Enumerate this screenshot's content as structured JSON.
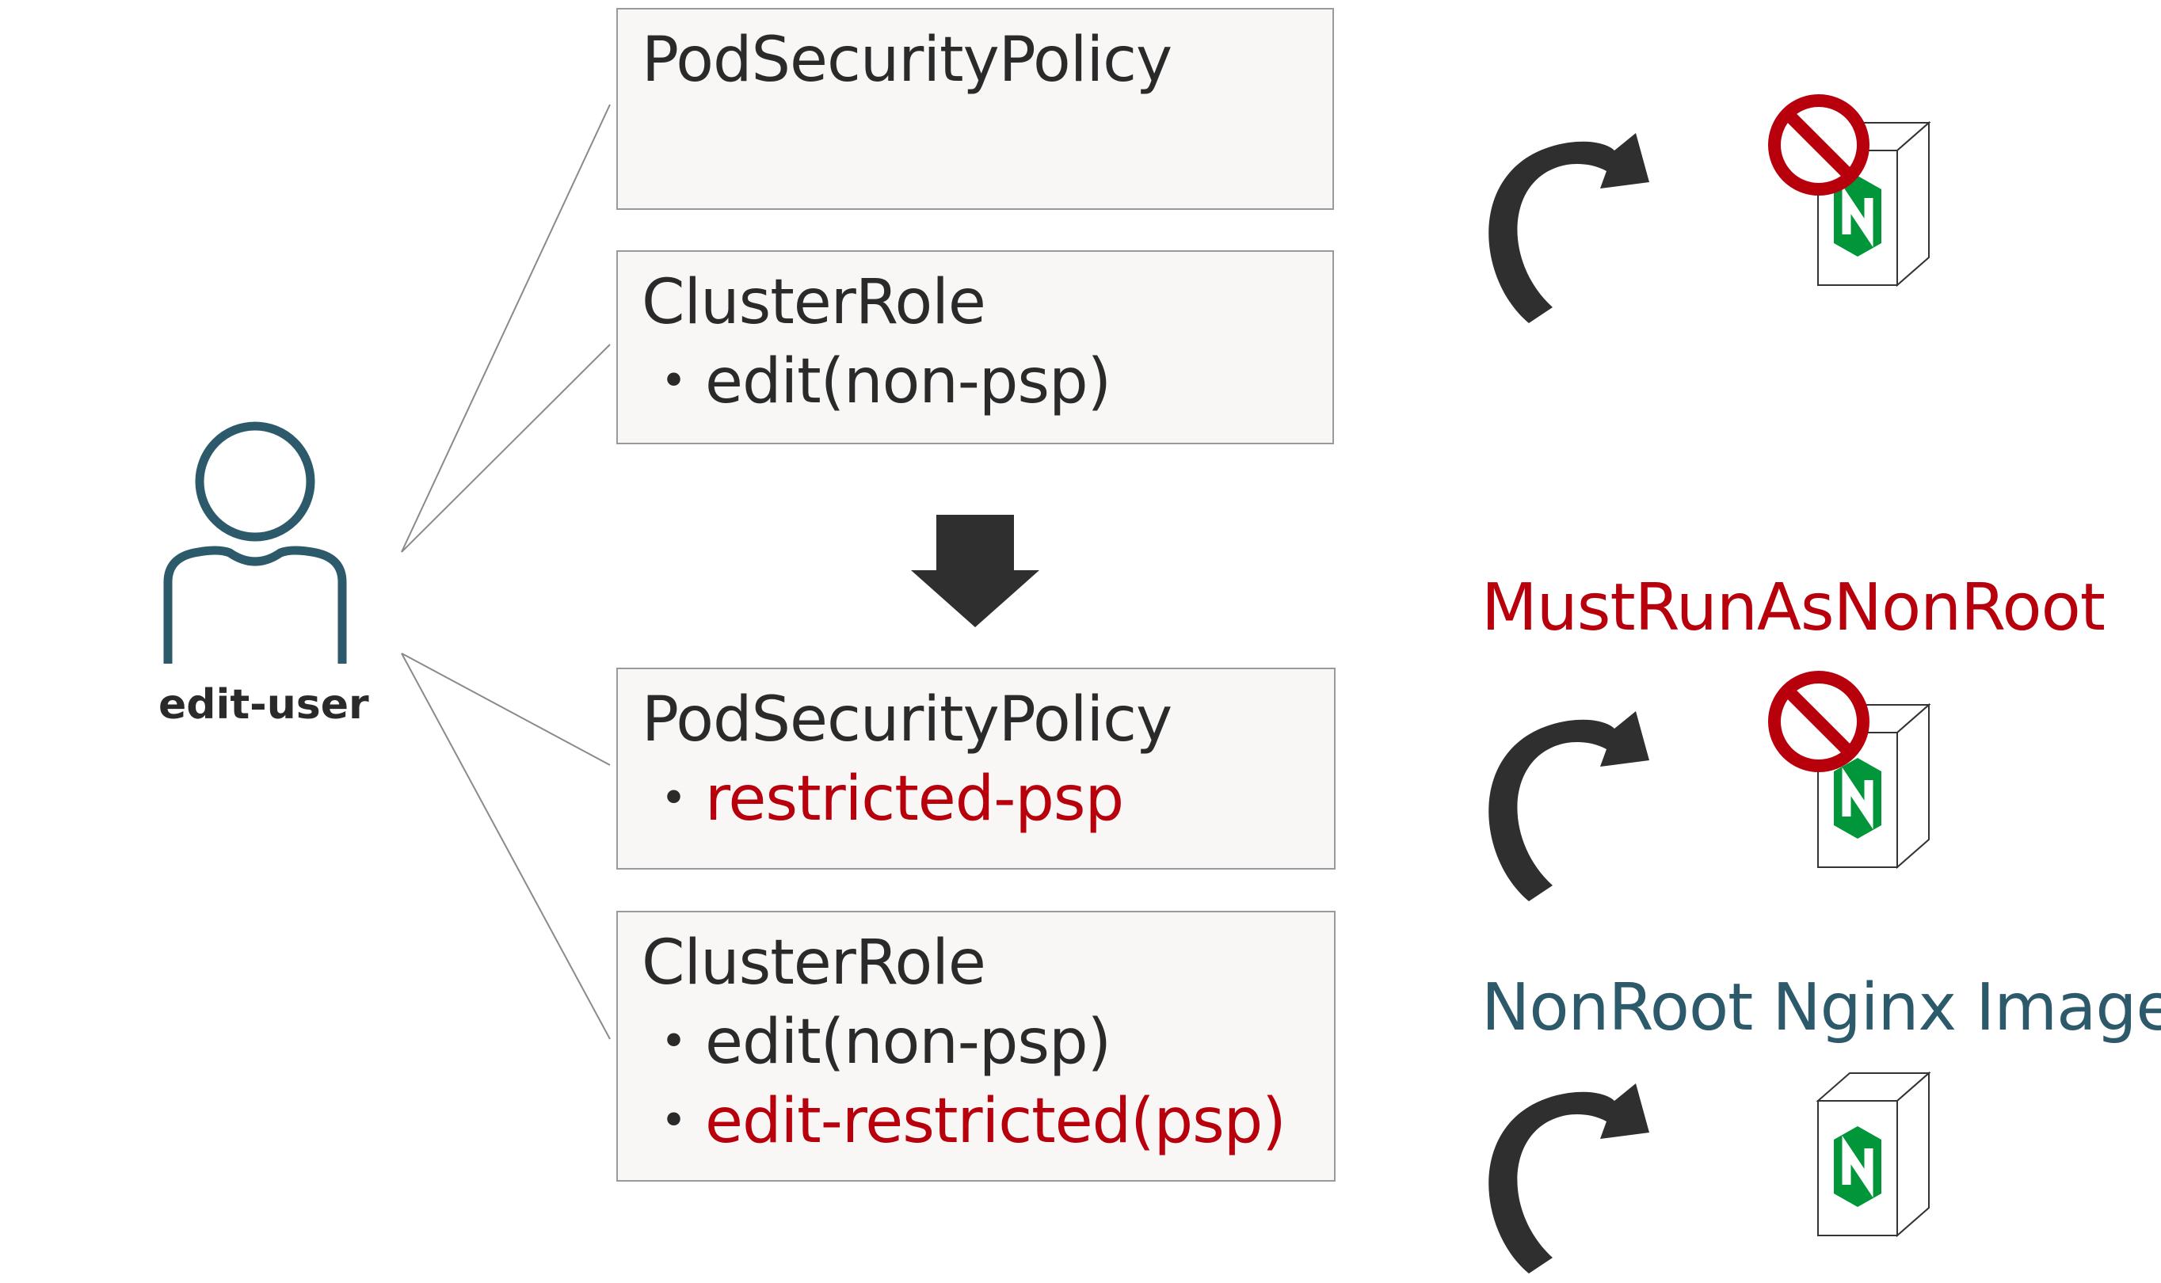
{
  "user": {
    "label": "edit-user",
    "icon": "user-icon",
    "color": "#2c5a6b"
  },
  "before": {
    "psp_box": {
      "title": "PodSecurityPolicy"
    },
    "role_box": {
      "title": "ClusterRole",
      "items": [
        {
          "bullet": "・",
          "text": "edit(non-psp)",
          "highlight": false
        }
      ]
    }
  },
  "after": {
    "psp_box": {
      "title": "PodSecurityPolicy",
      "items": [
        {
          "bullet": "・",
          "text": "restricted-psp",
          "highlight": true
        }
      ]
    },
    "role_box": {
      "title": "ClusterRole",
      "items": [
        {
          "bullet": "・",
          "text": "edit(non-psp)",
          "highlight": false
        },
        {
          "bullet": "・",
          "text": "edit-restricted(psp)",
          "highlight": true
        }
      ]
    }
  },
  "transition_icon": "down-arrow-icon",
  "results": [
    {
      "caption": "",
      "outcome_icon": "prohibited-icon",
      "container_icon": "nginx-container-icon",
      "blocked": true
    },
    {
      "caption": "MustRunAsNonRoot",
      "caption_color": "#b7000c",
      "outcome_icon": "prohibited-icon",
      "container_icon": "nginx-container-icon",
      "blocked": true
    },
    {
      "caption": "NonRoot Nginx Image",
      "caption_color": "#2c5a6b",
      "outcome_icon": "",
      "container_icon": "nginx-container-icon",
      "blocked": false
    }
  ],
  "colors": {
    "highlight": "#b7000c",
    "teal": "#2c5a6b",
    "nginx_green": "#009639",
    "prohibited_red": "#b7000c",
    "arrow": "#2f2f2f"
  }
}
